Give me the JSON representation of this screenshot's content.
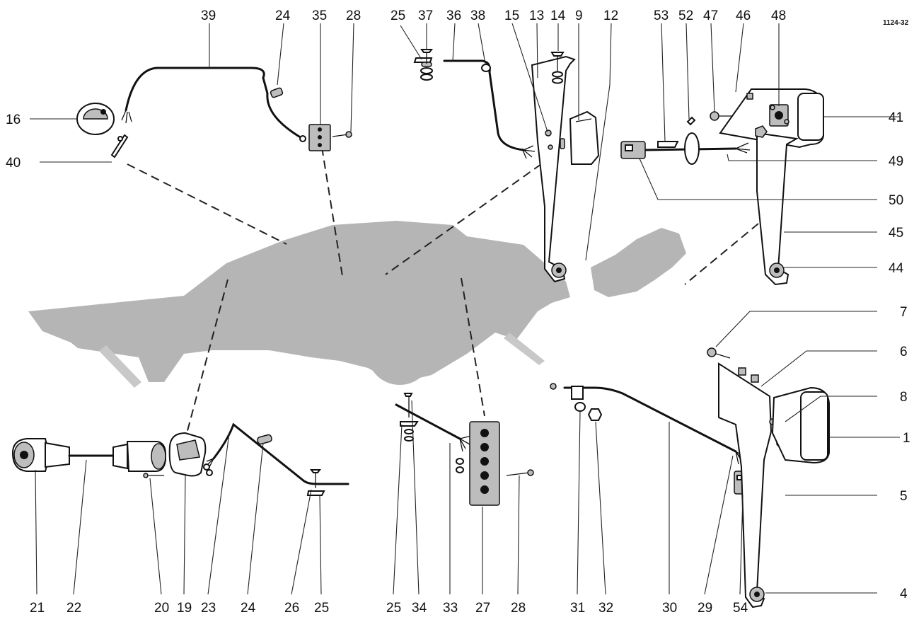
{
  "drawing_code": "1124-32",
  "callouts": {
    "c16": "16",
    "c40": "40",
    "c39": "39",
    "c24a": "24",
    "c35": "35",
    "c28a": "28",
    "c25a": "25",
    "c37": "37",
    "c36": "36",
    "c38": "38",
    "c15": "15",
    "c13": "13",
    "c14": "14",
    "c9": "9",
    "c12": "12",
    "c53": "53",
    "c52": "52",
    "c47": "47",
    "c46": "46",
    "c48": "48",
    "c41": "41",
    "c49": "49",
    "c50": "50",
    "c45": "45",
    "c44": "44",
    "c7": "7",
    "c6": "6",
    "c8": "8",
    "c1": "1",
    "c5": "5",
    "c4": "4",
    "c21": "21",
    "c22": "22",
    "c20": "20",
    "c19": "19",
    "c23": "23",
    "c24b": "24",
    "c26": "26",
    "c25b": "25",
    "c25c": "25",
    "c34": "34",
    "c33": "33",
    "c27": "27",
    "c28b": "28",
    "c31": "31",
    "c32": "32",
    "c30": "30",
    "c29": "29",
    "c54": "54"
  }
}
